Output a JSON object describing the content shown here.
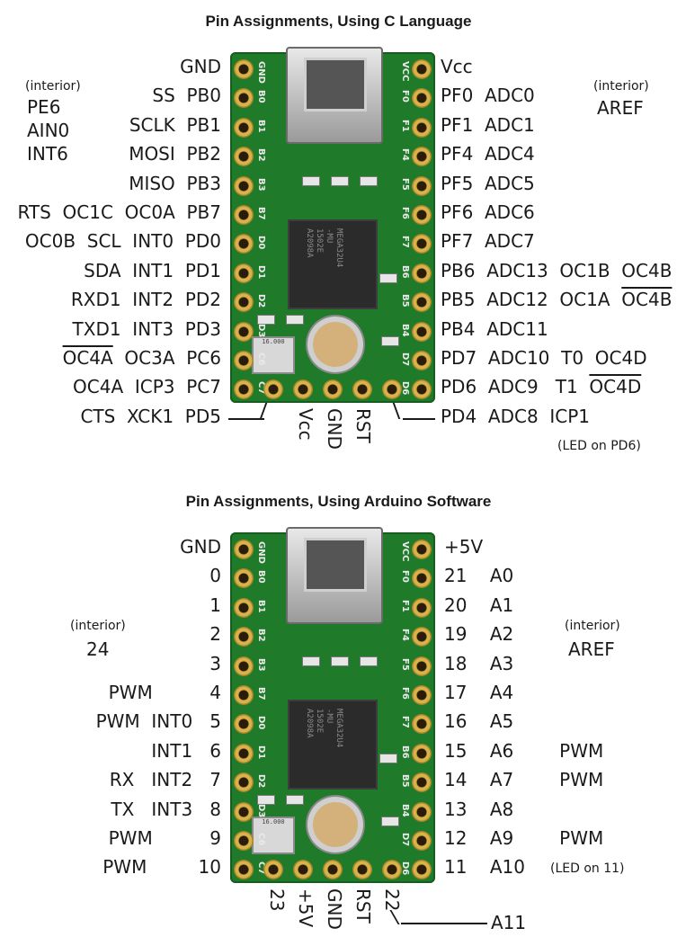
{
  "c_section": {
    "title": "Pin Assignments, Using C Language",
    "left_labels": [
      {
        "text": "GND"
      },
      {
        "text": "SS  PB0"
      },
      {
        "text": "SCLK  PB1"
      },
      {
        "text": "MOSI  PB2"
      },
      {
        "text": "MISO  PB3"
      },
      {
        "text": "RTS  OC1C  OC0A  PB7"
      },
      {
        "text": "OC0B  SCL  INT0  PD0"
      },
      {
        "text": "SDA  INT1  PD1"
      },
      {
        "text": "RXD1  INT2  PD2"
      },
      {
        "text": "TXD1  INT3  PD3"
      },
      {
        "text_overline": "OC4A",
        "text": "  OC3A  PC6"
      },
      {
        "text": "OC4A  ICP3  PC7"
      },
      {
        "text": "CTS  XCK1  PD5"
      }
    ],
    "right_labels": [
      {
        "text": "Vcc"
      },
      {
        "text": "PF0  ADC0"
      },
      {
        "text": "PF1  ADC1"
      },
      {
        "text": "PF4  ADC4"
      },
      {
        "text": "PF5  ADC5"
      },
      {
        "text": "PF6  ADC6"
      },
      {
        "text": "PF7  ADC7"
      },
      {
        "text": "PB6  ADC13  OC1B  OC4B"
      },
      {
        "text": "PB5  ADC12  OC1A  ",
        "text_overline": "OC4B"
      },
      {
        "text": "PB4  ADC11"
      },
      {
        "text": "PD7  ADC10  T0  OC4D"
      },
      {
        "text": "PD6  ADC9   T1  ",
        "text_overline": "OC4D"
      },
      {
        "text": "PD4  ADC8  ICP1"
      }
    ],
    "bottom_labels": [
      "Vcc",
      "GND",
      "RST"
    ],
    "interior_left": {
      "heading": "(interior)",
      "lines": [
        "PE6",
        "AIN0",
        "INT6"
      ]
    },
    "interior_right": {
      "heading": "(interior)",
      "lines": [
        "AREF"
      ]
    },
    "note": "(LED on PD6)"
  },
  "arduino_section": {
    "title": "Pin Assignments, Using Arduino Software",
    "left_labels": [
      {
        "text": "GND"
      },
      {
        "text": "0"
      },
      {
        "text": "1"
      },
      {
        "text": "2"
      },
      {
        "text": "3"
      },
      {
        "text": "PWM          4"
      },
      {
        "text": "PWM  INT0   5"
      },
      {
        "text": "INT1   6"
      },
      {
        "text": "RX   INT2   7"
      },
      {
        "text": "TX   INT3   8"
      },
      {
        "text": "PWM          9"
      },
      {
        "text": "PWM         10"
      }
    ],
    "right_labels": [
      {
        "text": "+5V"
      },
      {
        "text": "21    A0"
      },
      {
        "text": "20    A1"
      },
      {
        "text": "19    A2"
      },
      {
        "text": "18    A3"
      },
      {
        "text": "17    A4"
      },
      {
        "text": "16    A5"
      },
      {
        "text": "15    A6        PWM"
      },
      {
        "text": "14    A7        PWM"
      },
      {
        "text": "13    A8"
      },
      {
        "text": "12    A9        PWM"
      },
      {
        "text": "11    A10"
      }
    ],
    "bottom_labels": [
      "23",
      "+5V",
      "GND",
      "RST",
      "22"
    ],
    "a11_label": "A11",
    "interior_left": {
      "heading": "(interior)",
      "lines": [
        "24"
      ]
    },
    "interior_right": {
      "heading": "(interior)",
      "lines": [
        "AREF"
      ]
    },
    "note": "(LED on 11)"
  },
  "board": {
    "silk_left": [
      "GND",
      "B0",
      "B1",
      "B2",
      "B3",
      "B7",
      "D0",
      "D1",
      "D2",
      "D3",
      "C6",
      "C7"
    ],
    "silk_right": [
      "VCC",
      "F0",
      "F1",
      "F4",
      "F5",
      "F6",
      "F7",
      "B6",
      "B5",
      "B4",
      "D7",
      "D6"
    ],
    "chip_text": "MEGA32U4\n-MU\n1502E\nA2098A",
    "crystal_text": "16.000"
  },
  "colors": {
    "pcb": "#1f7a2a",
    "pad": "#d9b24a",
    "text": "#1a1a1a"
  }
}
